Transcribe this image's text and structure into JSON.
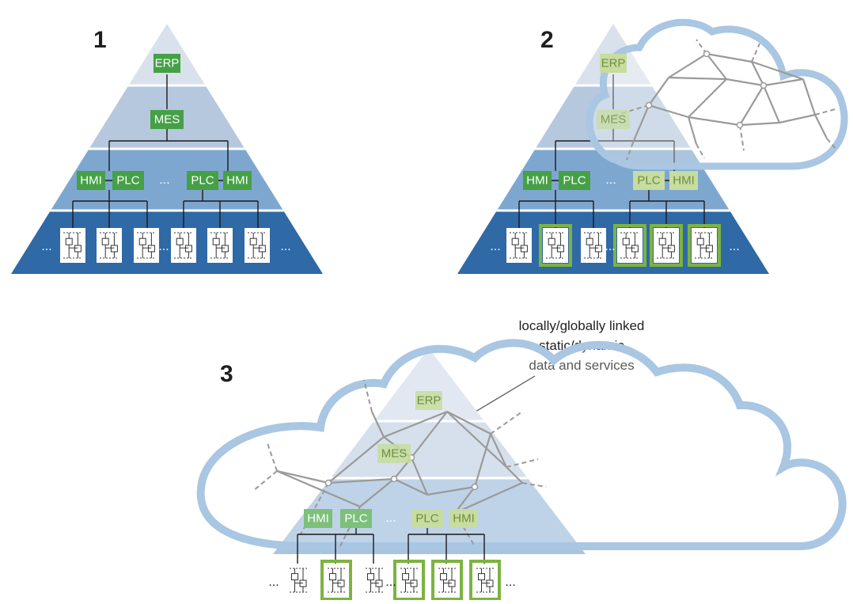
{
  "panels": [
    {
      "number": "1",
      "labels": {
        "erp": "ERP",
        "mes": "MES",
        "hmi_left": "HMI",
        "plc_left": "PLC",
        "ellipsis": "...",
        "plc_right": "PLC",
        "hmi_right": "HMI"
      }
    },
    {
      "number": "2",
      "labels": {
        "erp": "ERP",
        "mes": "MES",
        "hmi_left": "HMI",
        "plc_left": "PLC",
        "ellipsis": "...",
        "plc_right": "PLC",
        "hmi_right": "HMI"
      }
    },
    {
      "number": "3",
      "labels": {
        "erp": "ERP",
        "mes": "MES",
        "hmi_left": "HMI",
        "plc_left": "PLC",
        "ellipsis": "...",
        "plc_right": "PLC",
        "hmi_right": "HMI"
      }
    }
  ],
  "annotation": {
    "line1": "locally/globally linked",
    "line2": "static/dynamic",
    "line3": "data and services"
  },
  "colors": {
    "tier1": "#d9e1ec",
    "tier2": "#b6c8de",
    "tier3": "#7ea7d0",
    "tier4": "#2f69a6",
    "green": "#45a046",
    "green_light": "#c7dca0",
    "green_border": "#7cb342",
    "cloud": "#a9c6e3",
    "network": "#9a9a9a"
  }
}
